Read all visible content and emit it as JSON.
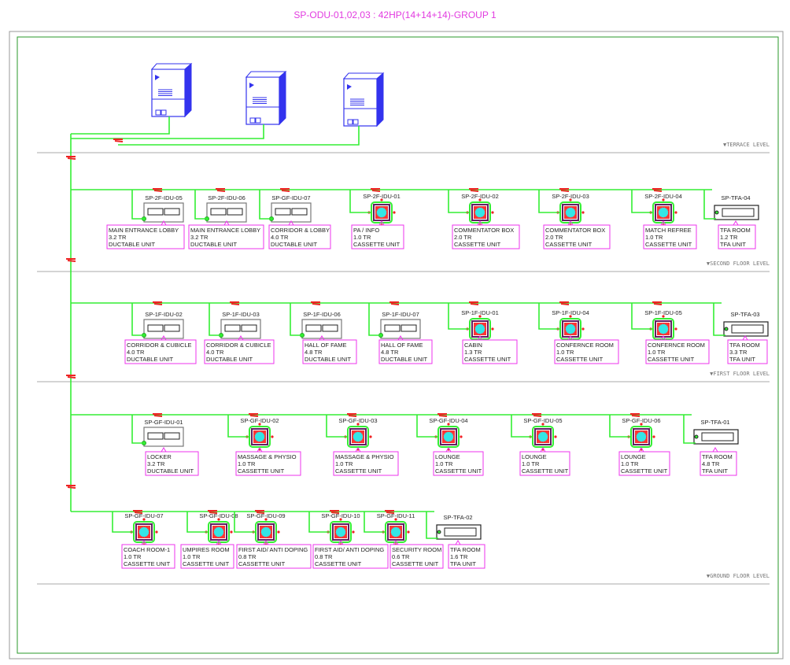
{
  "title": "SP-ODU-01,02,03 : 42HP(14+14+14)-GROUP 1",
  "levels": [
    "▼TERRACE LEVEL",
    "▼SECOND FLOOR  LEVEL",
    "▼FIRST FLOOR LEVEL",
    "▼GROUND FLOOR LEVEL"
  ],
  "outdoor_units": 3,
  "rows": [
    [
      {
        "id": "SP-2F-IDU-05",
        "room": "MAIN ENTRANCE LOBBY",
        "capacity": "3.2 TR",
        "type": "DUCTABLE UNIT"
      },
      {
        "id": "SP-2F-IDU-06",
        "room": "MAIN ENTRANCE LOBBY",
        "capacity": "3.2 TR",
        "type": "DUCTABLE UNIT"
      },
      {
        "id": "SP-GF-IDU-07",
        "room": "CORRIDOR & LOBBY",
        "capacity": "4.0 TR",
        "type": "DUCTABLE UNIT"
      },
      {
        "id": "SP-2F-IDU-01",
        "room": "PA / INFO",
        "capacity": "1.0 TR",
        "type": "CASSETTE UNIT"
      },
      {
        "id": "SP-2F-IDU-02",
        "room": "COMMENTATOR BOX",
        "capacity": "2.0 TR",
        "type": "CASSETTE UNIT"
      },
      {
        "id": "SP-2F-IDU-03",
        "room": "COMMENTATOR BOX",
        "capacity": "2.0 TR",
        "type": "CASSETTE UNIT"
      },
      {
        "id": "SP-2F-IDU-04",
        "room": "MATCH REFREE",
        "capacity": "1.0 TR",
        "type": "CASSETTE UNIT"
      },
      {
        "id": "SP-TFA-04",
        "room": "TFA ROOM",
        "capacity": "1.2 TR",
        "type": "TFA UNIT"
      }
    ],
    [
      {
        "id": "SP-1F-IDU-02",
        "room": "CORRIDOR & CUBICLE",
        "capacity": "4.0 TR",
        "type": "DUCTABLE UNIT"
      },
      {
        "id": "SP-1F-IDU-03",
        "room": "CORRIDOR & CUBICLE",
        "capacity": "4.0 TR",
        "type": "DUCTABLE UNIT"
      },
      {
        "id": "SP-1F-IDU-06",
        "room": "HALL OF FAME",
        "capacity": "4.8 TR",
        "type": "DUCTABLE UNIT"
      },
      {
        "id": "SP-1F-IDU-07",
        "room": "HALL OF FAME",
        "capacity": "4.8 TR",
        "type": "DUCTABLE UNIT"
      },
      {
        "id": "SP-1F-IDU-01",
        "room": "CABIN",
        "capacity": "1.3 TR",
        "type": "CASSETTE UNIT"
      },
      {
        "id": "SP-1F-IDU-04",
        "room": "CONFERNCE ROOM",
        "capacity": "1.0 TR",
        "type": "CASSETTE UNIT"
      },
      {
        "id": "SP-1F-IDU-05",
        "room": "CONFERNCE ROOM",
        "capacity": "1.0 TR",
        "type": "CASSETTE UNIT"
      },
      {
        "id": "SP-TFA-03",
        "room": "TFA ROOM",
        "capacity": "3.3 TR",
        "type": "TFA UNIT"
      }
    ],
    [
      {
        "id": "SP-GF-IDU-01",
        "room": "LOCKER",
        "capacity": "3.2 TR",
        "type": "DUCTABLE UNIT"
      },
      {
        "id": "SP-GF-IDU-02",
        "room": "MASSAGE & PHYSIO",
        "capacity": "1.0 TR",
        "type": "CASSETTE UNIT"
      },
      {
        "id": "SP-GF-IDU-03",
        "room": "MASSAGE & PHYSIO",
        "capacity": "1.0 TR",
        "type": "CASSETTE UNIT"
      },
      {
        "id": "SP-GF-IDU-04",
        "room": "LOUNGE",
        "capacity": "1.0 TR",
        "type": "CASSETTE UNIT"
      },
      {
        "id": "SP-GF-IDU-05",
        "room": "LOUNGE",
        "capacity": "1.0 TR",
        "type": "CASSETTE UNIT"
      },
      {
        "id": "SP-GF-IDU-06",
        "room": "LOUNGE",
        "capacity": "1.0 TR",
        "type": "CASSETTE UNIT"
      },
      {
        "id": "SP-TFA-01",
        "room": "TFA ROOM",
        "capacity": "4.8 TR",
        "type": "TFA UNIT"
      }
    ],
    [
      {
        "id": "SP-GF-IDU-07",
        "room": "COACH  ROOM-1",
        "capacity": "1.0 TR",
        "type": "CASSETTE UNIT"
      },
      {
        "id": "SP-GF-IDU-08",
        "room": "UMPIRES ROOM",
        "capacity": "1.0 TR",
        "type": "CASSETTE UNIT"
      },
      {
        "id": "SP-GF-IDU-09",
        "room": "FIRST AID/ ANTI DOPING",
        "capacity": "0.8 TR",
        "type": "CASSETTE UNIT"
      },
      {
        "id": "SP-GF-IDU-10",
        "room": "FIRST AID/ ANTI DOPING",
        "capacity": "0.8 TR",
        "type": "CASSETTE UNIT"
      },
      {
        "id": "SP-GF-IDU-11",
        "room": "SECURITY ROOM",
        "capacity": "0.6 TR",
        "type": "CASSETTE UNIT"
      },
      {
        "id": "SP-TFA-02",
        "room": "TFA ROOM",
        "capacity": "1.6 TR",
        "type": "TFA UNIT"
      }
    ]
  ],
  "colors": {
    "pipe": "#33ee33",
    "label": "#ee33ee",
    "odu": "#3333ee",
    "joint": "#ee2222",
    "title": "#e23ce0"
  }
}
